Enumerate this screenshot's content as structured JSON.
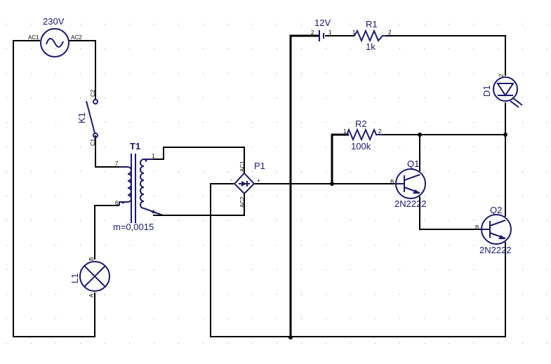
{
  "diagram": {
    "type": "electronic-schematic",
    "components": {
      "ac_source": {
        "ref": "230V",
        "pin_left": "AC1",
        "pin_right": "AC2"
      },
      "switch": {
        "ref": "K1",
        "pin_top": "C2",
        "pin_bottom": "C1"
      },
      "transformer": {
        "ref": "T1",
        "ratio": "m=0,0015",
        "primary_top": "7",
        "primary_bottom": "6",
        "secondary_top": "1",
        "secondary_bottom": "4"
      },
      "lamp": {
        "ref": "L1",
        "pin_top": "B",
        "pin_bottom": "A"
      },
      "bridge": {
        "ref": "P1",
        "pin_top": "AC1",
        "pin_bottom": "AC2",
        "pin_minus": "-",
        "pin_plus": "+"
      },
      "battery": {
        "ref": "12V",
        "pin_left": "2",
        "pin_right": "1"
      },
      "r1": {
        "ref": "R1",
        "value": "1k",
        "pin_left": "1",
        "pin_right": "2"
      },
      "r2": {
        "ref": "R2",
        "value": "100k",
        "pin_left": "1",
        "pin_right": "2"
      },
      "led": {
        "ref": "D1",
        "pin_top": "2"
      },
      "q1": {
        "ref": "Q1",
        "model": "2N2222",
        "pin_base": "B"
      },
      "q2": {
        "ref": "Q2",
        "model": "2N2222",
        "pin_base": "B"
      }
    },
    "colors": {
      "symbol": "#1a1a6e",
      "wire": "#000000",
      "grid": "#9a9a9a",
      "background": "#ffffff"
    }
  }
}
